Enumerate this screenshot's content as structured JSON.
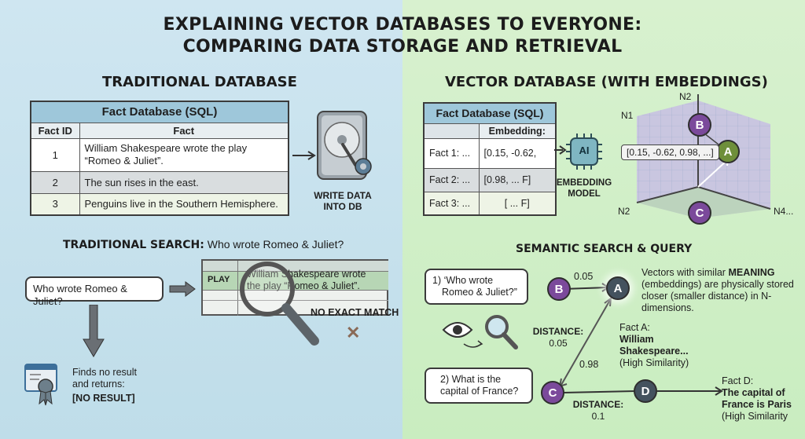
{
  "title_line1": "EXPLAINING VECTOR DATABASES TO EVERYONE:",
  "title_line2": "COMPARING DATA STORAGE AND RETRIEVAL",
  "left": {
    "heading": "TRADITIONAL DATABASE",
    "table": {
      "caption": "Fact Database (SQL)",
      "headers": [
        "Fact ID",
        "Fact"
      ],
      "rows": [
        {
          "id": "1",
          "fact_line1": "William Shakespeare wrote the play",
          "fact_line2": "“Romeo & Juliet”."
        },
        {
          "id": "2",
          "fact": "The sun rises in the east."
        },
        {
          "id": "3",
          "fact": "Penguins live in the Southern Hemisphere."
        }
      ]
    },
    "write_label_line1": "WRITE DATA",
    "write_label_line2": "INTO DB",
    "search_heading_bold": "TRADITIONAL SEARCH:",
    "search_heading_rest": " Who wrote Romeo & Juliet?",
    "query": "Who wrote Romeo & Juliet?",
    "mini_table_play": "PLAY",
    "magnified_line1": "William Shakespeare wrote",
    "magnified_line2": "the play “Romeo & Juliet”.",
    "no_match": "NO EXACT MATCH",
    "x_mark": "✕",
    "result_line1": "Finds no result",
    "result_line2": "and returns:",
    "result_value": "[NO RESULT]"
  },
  "right": {
    "heading": "VECTOR DATABASE (WITH EMBEDDINGS)",
    "table": {
      "caption": "Fact Database (SQL)",
      "header_embedding": "Embedding:",
      "rows": [
        {
          "fact": "Fact 1: ...",
          "embedding": "[0.15, -0.62,"
        },
        {
          "fact": "Fact 2: ...",
          "embedding": "[0.98, ... F]"
        },
        {
          "fact": "Fact 3: ...",
          "embedding": "[ ... F]"
        }
      ]
    },
    "ai_chip": "AI",
    "embedding_model_line1": "EMBEDDING",
    "embedding_model_line2": "MODEL",
    "vector_value": "[0.15, -0.62, 0.98, ...]",
    "axes": {
      "n1": "N1",
      "n2_top": "N2",
      "n2_bottom": "N2",
      "n4": "N4..."
    },
    "cube_nodes": {
      "a": "A",
      "b": "B",
      "c": "C"
    },
    "search_heading": "SEMANTIC SEARCH & QUERY",
    "query1_line1": "1) ‘Who wrote",
    "query1_line2": "Romeo & Juliet?”",
    "query2_line1": "2) What is the",
    "query2_line2": "capital of France?",
    "nodes": {
      "a": "A",
      "b": "B",
      "c": "C",
      "d": "D"
    },
    "dist_ba": "0.05",
    "distance_label1": "DISTANCE:",
    "distance_value1": "0.05",
    "dist_ca": "0.98",
    "distance_label2": "DISTANCE:",
    "distance_value2": "0.1",
    "explain_pre": "Vectors with similar ",
    "explain_bold": "MEANING",
    "explain_post": " (embeddings) are physically stored closer (smaller distance) in N-dimensions.",
    "fact_a_label": "Fact A:",
    "fact_a_bold1": "William",
    "fact_a_bold2": "Shakespeare...",
    "fact_a_sim": "(High Similarity)",
    "fact_d_label": "Fact D:",
    "fact_d_bold1": "The capital of",
    "fact_d_bold2": "France is Paris",
    "fact_d_sim": "(High Similarity"
  }
}
